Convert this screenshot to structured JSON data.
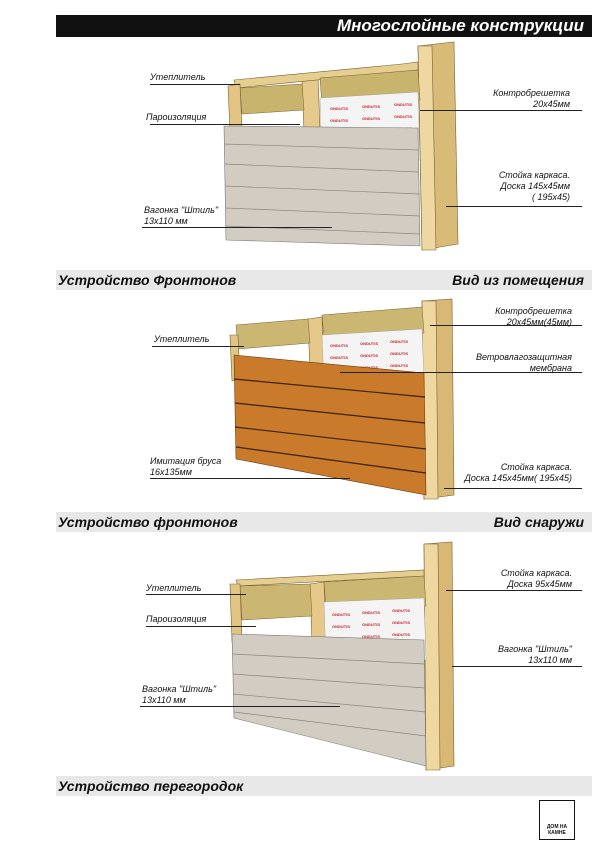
{
  "title": "Многослойные конструкции",
  "figures": [
    {
      "section_left": "Устройство Фронтонов",
      "section_right": "Вид из помещения",
      "labels": {
        "insulation": "Утеплитель",
        "vapor": "Пароизоляция",
        "panel": "Вагонка \"Штиль\"\n13х110 мм",
        "counter": "Контробрешетка\n20х45мм",
        "post": "Стойка каркаса.\nДоска 145х45мм\n( 195х45)"
      }
    },
    {
      "section_left": "Устройство фронтонов",
      "section_right": "Вид снаружи",
      "labels": {
        "insulation": "Утеплитель",
        "panel": "Имитация бруса\n16х135мм",
        "counter": "Контробрешетка\n20х45мм(45мм)",
        "membrane": "Ветровлагозащитная\nмембрана",
        "post": "Стойка каркаса.\nДоска 145х45мм( 195х45)"
      }
    },
    {
      "section_left": "Устройство перегородок",
      "section_right": "",
      "labels": {
        "insulation": "Утеплитель",
        "vapor": "Пароизоляция",
        "panel": "Вагонка \"Штиль\"\n13х110 мм",
        "post": "Стойка каркаса.\nДоска 95х45мм",
        "panel_right": "Вагонка \"Штиль\"\n13х110 мм"
      }
    }
  ],
  "logo_text": "ДОМ НА КАМНЕ",
  "colors": {
    "wood_light": "#e9d39a",
    "wood_dark": "#c9a560",
    "insulation": "#cdb874",
    "membrane": "#f2f2f2",
    "membrane_logo": "#c2272d",
    "gray_panel": "#cfc9bf",
    "brown_panel": "#c77b2c"
  }
}
